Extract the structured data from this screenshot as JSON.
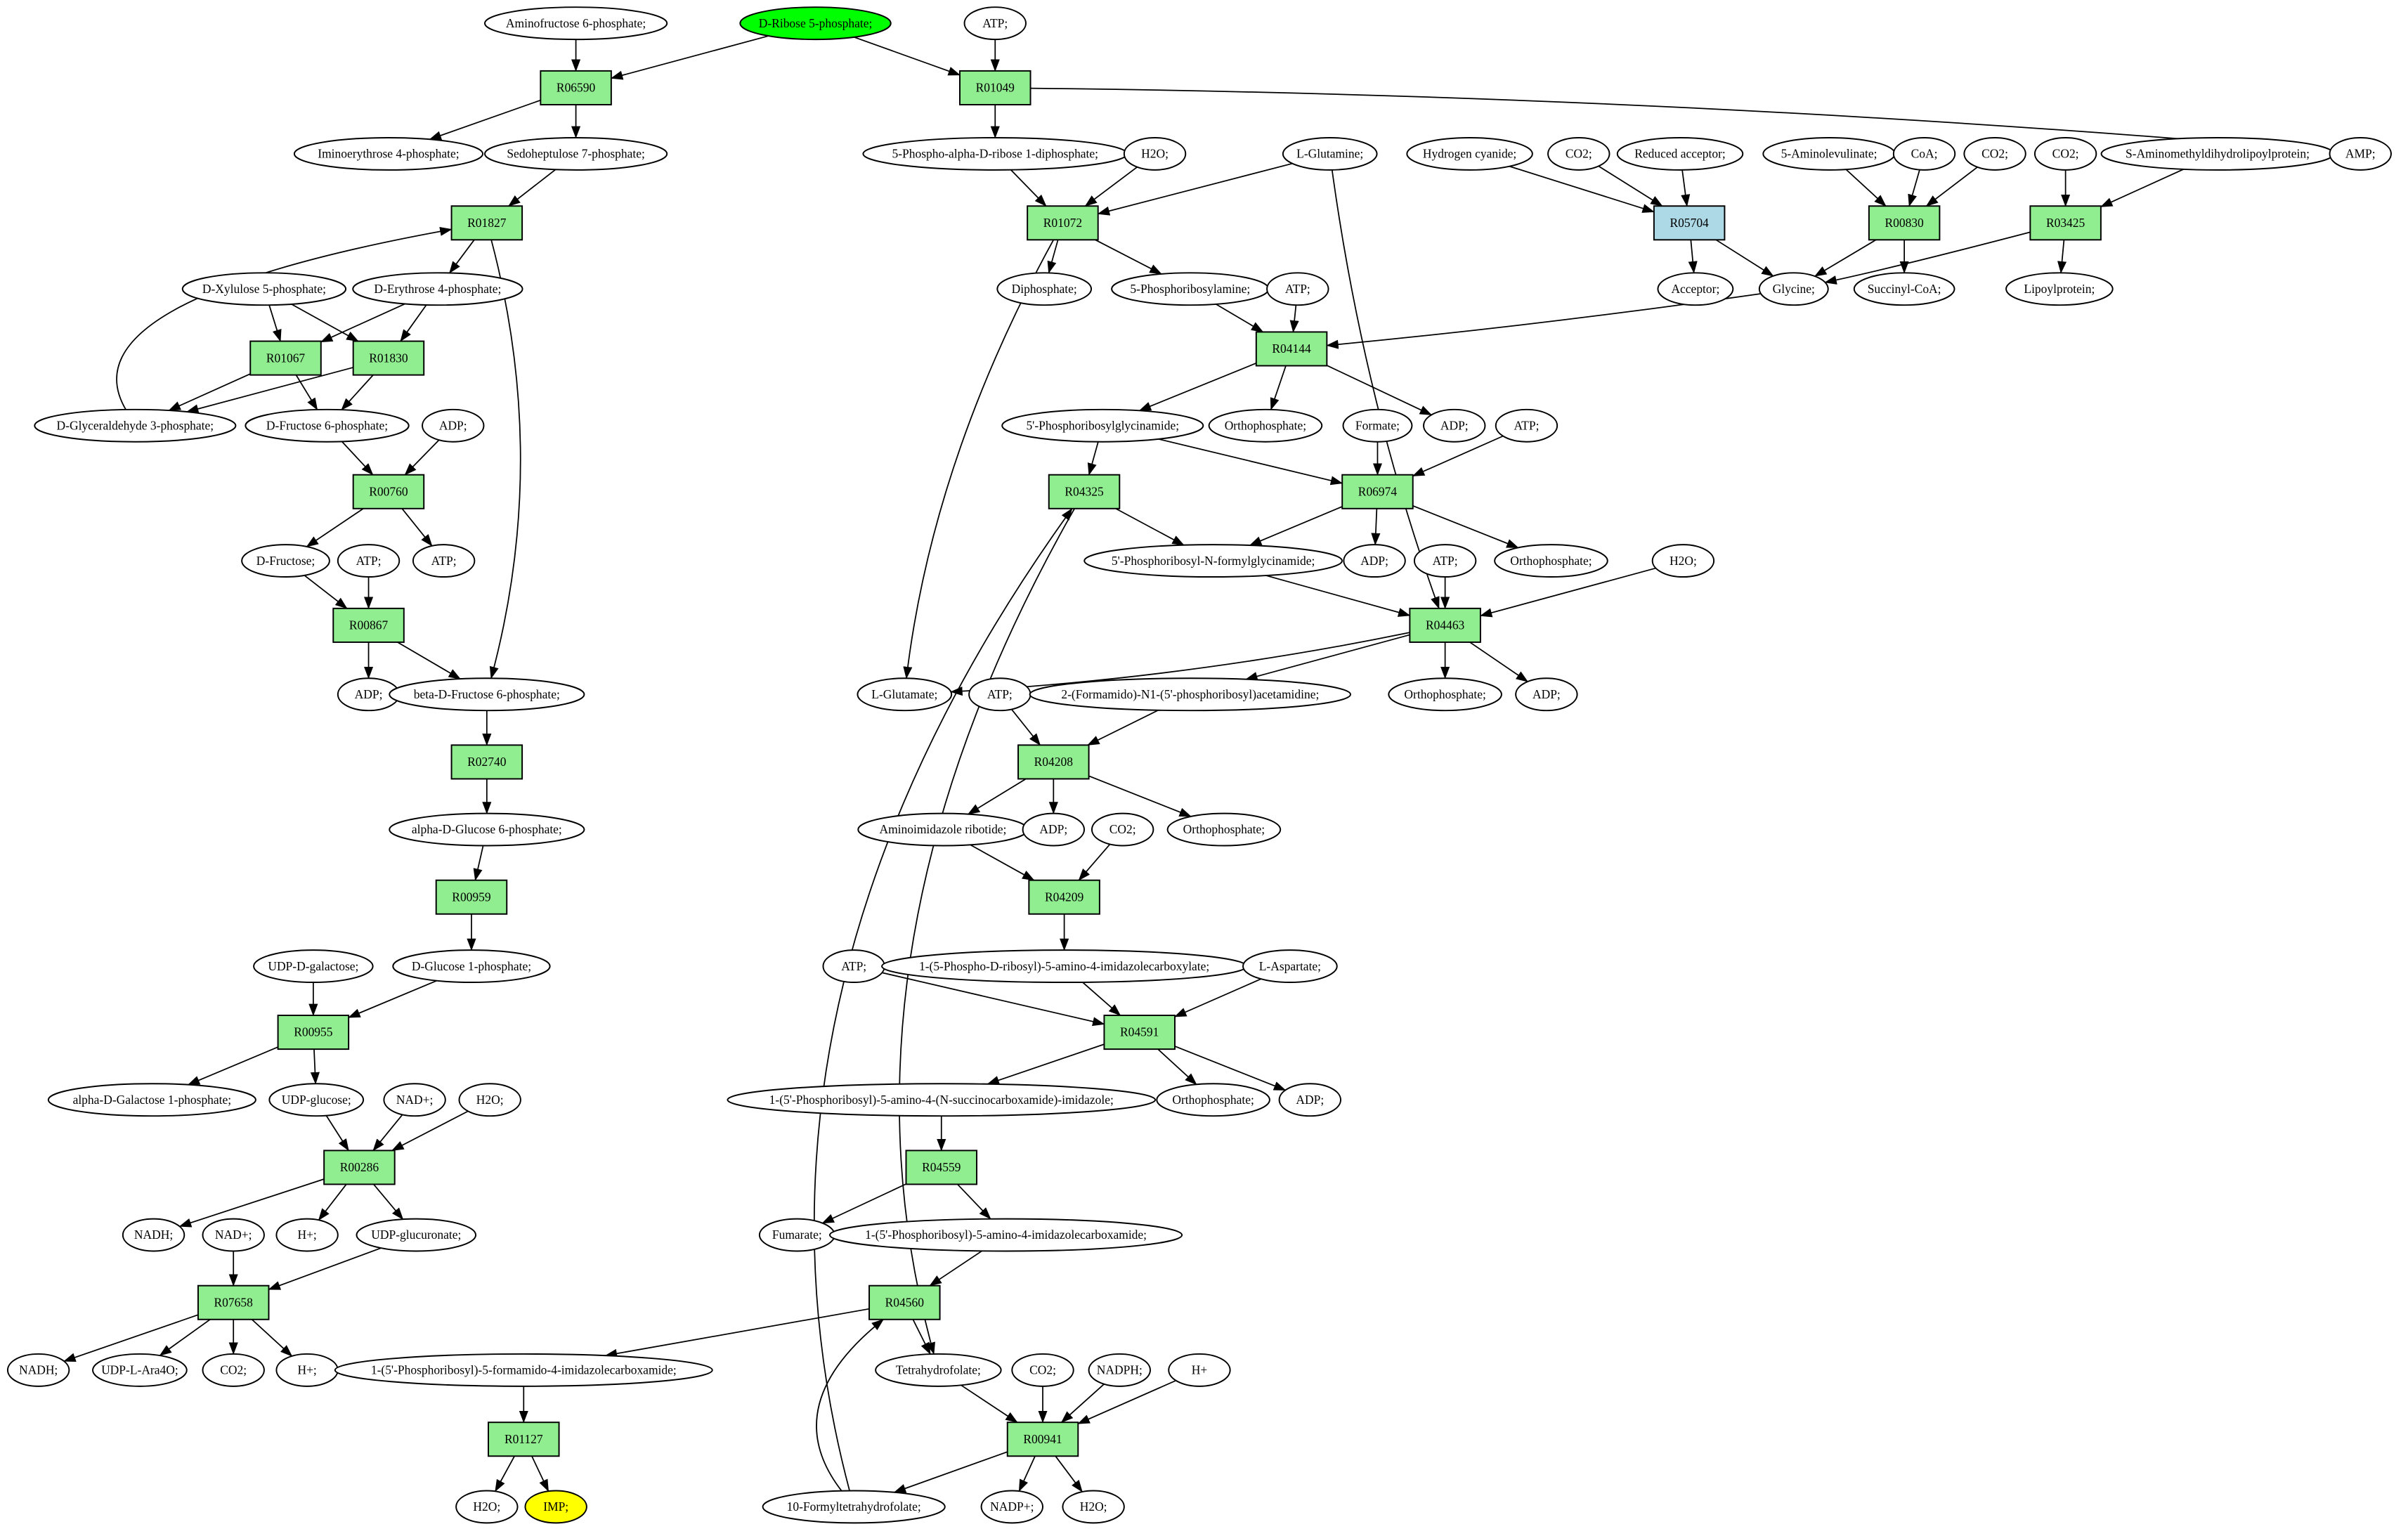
{
  "diagram": {
    "title": "Metabolic pathway reaction graph",
    "colors": {
      "metabolite_fill": "#ffffff",
      "reaction_fill": "#90ee90",
      "special_reaction_fill": "#add8e6",
      "start_metabolite_fill": "#00ff00",
      "end_metabolite_fill": "#ffff00",
      "stroke": "#000000",
      "background": "#ffffff"
    },
    "node_fields": [
      "id",
      "label",
      "kind",
      "x",
      "y",
      "fill"
    ],
    "nodes": [
      [
        "aminofructose_6p",
        "Aminofructose 6-phosphate;",
        "m",
        375,
        15
      ],
      [
        "d_ribose_5p",
        "D-Ribose 5-phosphate;",
        "m",
        531,
        15,
        "start"
      ],
      [
        "atp_1",
        "ATP;",
        "m",
        648,
        15
      ],
      [
        "r06590",
        "R06590",
        "r",
        375,
        57
      ],
      [
        "r01049",
        "R01049",
        "r",
        648,
        57
      ],
      [
        "iminoerythrose_4p",
        "Iminoerythrose 4-phosphate;",
        "m",
        253,
        100
      ],
      [
        "sedoheptulose_7p",
        "Sedoheptulose 7-phosphate;",
        "m",
        375,
        100
      ],
      [
        "prpp",
        "5-Phospho-alpha-D-ribose 1-diphosphate;",
        "m",
        648,
        100
      ],
      [
        "h2o_1",
        "H2O;",
        "m",
        752,
        100
      ],
      [
        "l_glutamine",
        "L-Glutamine;",
        "m",
        866,
        100
      ],
      [
        "hydrogen_cyanide",
        "Hydrogen cyanide;",
        "m",
        957,
        100
      ],
      [
        "co2_1",
        "CO2;",
        "m",
        1028,
        100
      ],
      [
        "reduced_acceptor",
        "Reduced acceptor;",
        "m",
        1094,
        100
      ],
      [
        "aminolevulinate",
        "5-Aminolevulinate;",
        "m",
        1191,
        100
      ],
      [
        "coa",
        "CoA;",
        "m",
        1253,
        100
      ],
      [
        "co2_2",
        "CO2;",
        "m",
        1299,
        100
      ],
      [
        "co2_3",
        "CO2;",
        "m",
        1345,
        100
      ],
      [
        "s_aminomethyl",
        "S-Aminomethyldihydrolipoylprotein;",
        "m",
        1444,
        100
      ],
      [
        "amp",
        "AMP;",
        "m",
        1537,
        100
      ],
      [
        "r01827",
        "R01827",
        "r",
        317,
        145
      ],
      [
        "r01072",
        "R01072",
        "r",
        692,
        145
      ],
      [
        "r05704",
        "R05704",
        "r",
        1100,
        145,
        "special"
      ],
      [
        "r00830",
        "R00830",
        "r",
        1240,
        145
      ],
      [
        "r03425",
        "R03425",
        "r",
        1345,
        145
      ],
      [
        "d_xylulose_5p",
        "D-Xylulose 5-phosphate;",
        "m",
        172,
        188
      ],
      [
        "d_erythrose_4p",
        "D-Erythrose 4-phosphate;",
        "m",
        285,
        188
      ],
      [
        "diphosphate",
        "Diphosphate;",
        "m",
        680,
        188
      ],
      [
        "phosphoribosylamine",
        "5-Phosphoribosylamine;",
        "m",
        775,
        188
      ],
      [
        "atp_2",
        "ATP;",
        "m",
        845,
        188
      ],
      [
        "acceptor",
        "Acceptor;",
        "m",
        1104,
        188
      ],
      [
        "glycine",
        "Glycine;",
        "m",
        1168,
        188
      ],
      [
        "succinyl_coa",
        "Succinyl-CoA;",
        "m",
        1240,
        188
      ],
      [
        "lipoylprotein",
        "Lipoylprotein;",
        "m",
        1341,
        188
      ],
      [
        "r01067",
        "R01067",
        "r",
        186,
        233
      ],
      [
        "r01830",
        "R01830",
        "r",
        253,
        233
      ],
      [
        "r04144",
        "R04144",
        "r",
        841,
        227
      ],
      [
        "d_glyceraldehyde_3p",
        "D-Glyceraldehyde 3-phosphate;",
        "m",
        88,
        277
      ],
      [
        "d_fructose_6p",
        "D-Fructose 6-phosphate;",
        "m",
        213,
        277
      ],
      [
        "adp_1",
        "ADP;",
        "m",
        295,
        277
      ],
      [
        "phosphoribosylglycinamide",
        "5'-Phosphoribosylglycinamide;",
        "m",
        718,
        277
      ],
      [
        "orthophosphate_1",
        "Orthophosphate;",
        "m",
        824,
        277
      ],
      [
        "formate",
        "Formate;",
        "m",
        897,
        277
      ],
      [
        "adp_2",
        "ADP;",
        "m",
        947,
        277
      ],
      [
        "atp_3",
        "ATP;",
        "m",
        994,
        277
      ],
      [
        "r00760",
        "R00760",
        "r",
        253,
        320
      ],
      [
        "r04325",
        "R04325",
        "r",
        706,
        320
      ],
      [
        "r06974",
        "R06974",
        "r",
        897,
        320
      ],
      [
        "d_fructose",
        "D-Fructose;",
        "m",
        186,
        365
      ],
      [
        "atp_4",
        "ATP;",
        "m",
        240,
        365
      ],
      [
        "atp_5",
        "ATP;",
        "m",
        289,
        365
      ],
      [
        "fgar",
        "5'-Phosphoribosyl-N-formylglycinamide;",
        "m",
        790,
        365
      ],
      [
        "adp_3",
        "ADP;",
        "m",
        895,
        365
      ],
      [
        "atp_6",
        "ATP;",
        "m",
        941,
        365
      ],
      [
        "orthophosphate_2",
        "Orthophosphate;",
        "m",
        1010,
        365
      ],
      [
        "h2o_2",
        "H2O;",
        "m",
        1096,
        365
      ],
      [
        "r00867",
        "R00867",
        "r",
        240,
        407
      ],
      [
        "r04463",
        "R04463",
        "r",
        941,
        407
      ],
      [
        "adp_4",
        "ADP;",
        "m",
        240,
        452
      ],
      [
        "beta_d_fructose_6p",
        "beta-D-Fructose 6-phosphate;",
        "m",
        317,
        452
      ],
      [
        "l_glutamate",
        "L-Glutamate;",
        "m",
        589,
        452
      ],
      [
        "atp_7",
        "ATP;",
        "m",
        651,
        452
      ],
      [
        "fgam",
        "2-(Formamido)-N1-(5'-phosphoribosyl)acetamidine;",
        "m",
        775,
        452
      ],
      [
        "orthophosphate_3",
        "Orthophosphate;",
        "m",
        941,
        452
      ],
      [
        "adp_5",
        "ADP;",
        "m",
        1007,
        452
      ],
      [
        "r02740",
        "R02740",
        "r",
        317,
        496
      ],
      [
        "r04208",
        "R04208",
        "r",
        686,
        496
      ],
      [
        "alpha_d_glucose_6p",
        "alpha-D-Glucose 6-phosphate;",
        "m",
        317,
        540
      ],
      [
        "air",
        "Aminoimidazole ribotide;",
        "m",
        614,
        540
      ],
      [
        "adp_6",
        "ADP;",
        "m",
        686,
        540
      ],
      [
        "co2_4",
        "CO2;",
        "m",
        731,
        540
      ],
      [
        "orthophosphate_4",
        "Orthophosphate;",
        "m",
        797,
        540
      ],
      [
        "r00959",
        "R00959",
        "r",
        307,
        584
      ],
      [
        "r04209",
        "R04209",
        "r",
        693,
        584
      ],
      [
        "udp_d_galactose",
        "UDP-D-galactose;",
        "m",
        204,
        629
      ],
      [
        "d_glucose_1p",
        "D-Glucose 1-phosphate;",
        "m",
        307,
        629
      ],
      [
        "atp_8",
        "ATP;",
        "m",
        556,
        629
      ],
      [
        "cair",
        "1-(5-Phospho-D-ribosyl)-5-amino-4-imidazolecarboxylate;",
        "m",
        693,
        629
      ],
      [
        "l_aspartate",
        "L-Aspartate;",
        "m",
        840,
        629
      ],
      [
        "r00955",
        "R00955",
        "r",
        204,
        672
      ],
      [
        "r04591",
        "R04591",
        "r",
        742,
        672
      ],
      [
        "alpha_d_galactose_1p",
        "alpha-D-Galactose 1-phosphate;",
        "m",
        99,
        716
      ],
      [
        "udp_glucose",
        "UDP-glucose;",
        "m",
        206,
        716
      ],
      [
        "nad_1",
        "NAD+;",
        "m",
        270,
        716
      ],
      [
        "h2o_3",
        "H2O;",
        "m",
        319,
        716
      ],
      [
        "saicar",
        "1-(5'-Phosphoribosyl)-5-amino-4-(N-succinocarboxamide)-imidazole;",
        "m",
        613,
        716
      ],
      [
        "orthophosphate_5",
        "Orthophosphate;",
        "m",
        790,
        716
      ],
      [
        "adp_7",
        "ADP;",
        "m",
        853,
        716
      ],
      [
        "r00286",
        "R00286",
        "r",
        234,
        760
      ],
      [
        "r04559",
        "R04559",
        "r",
        613,
        760
      ],
      [
        "nadh_1",
        "NADH;",
        "m",
        100,
        804
      ],
      [
        "nad_2",
        "NAD+;",
        "m",
        152,
        804
      ],
      [
        "h_plus_1",
        "H+;",
        "m",
        200,
        804
      ],
      [
        "udp_glucuronate",
        "UDP-glucuronate;",
        "m",
        271,
        804
      ],
      [
        "fumarate",
        "Fumarate;",
        "m",
        519,
        804
      ],
      [
        "aicar",
        "1-(5'-Phosphoribosyl)-5-amino-4-imidazolecarboxamide;",
        "m",
        655,
        804
      ],
      [
        "r07658",
        "R07658",
        "r",
        152,
        848
      ],
      [
        "r04560",
        "R04560",
        "r",
        589,
        848
      ],
      [
        "nadh_2",
        "NADH;",
        "m",
        25,
        892
      ],
      [
        "udp_l_ara4o",
        "UDP-L-Ara4O;",
        "m",
        91,
        892
      ],
      [
        "co2_5",
        "CO2;",
        "m",
        152,
        892
      ],
      [
        "h_plus_2",
        "H+;",
        "m",
        200,
        892
      ],
      [
        "fprica",
        "1-(5'-Phosphoribosyl)-5-formamido-4-imidazolecarboxamide;",
        "m",
        341,
        892
      ],
      [
        "thf",
        "Tetrahydrofolate;",
        "m",
        611,
        892
      ],
      [
        "co2_6",
        "CO2;",
        "m",
        679,
        892
      ],
      [
        "nadph",
        "NADPH;",
        "m",
        729,
        892
      ],
      [
        "h_plus_3",
        "H+",
        "m",
        781,
        892
      ],
      [
        "r01127",
        "R01127",
        "r",
        341,
        937
      ],
      [
        "r00941",
        "R00941",
        "r",
        679,
        937
      ],
      [
        "h2o_4",
        "H2O;",
        "m",
        317,
        981
      ],
      [
        "imp",
        "IMP;",
        "m",
        362,
        981,
        "end"
      ],
      [
        "formyl_thf",
        "10-Formyltetrahydrofolate;",
        "m",
        556,
        981
      ],
      [
        "nadp",
        "NADP+;",
        "m",
        659,
        981
      ],
      [
        "h2o_5",
        "H2O;",
        "m",
        712,
        981
      ]
    ],
    "edge_fields": [
      "from",
      "to",
      "bend_control_point"
    ],
    "edges": [
      [
        "aminofructose_6p",
        "r06590"
      ],
      [
        "d_ribose_5p",
        "r06590"
      ],
      [
        "d_ribose_5p",
        "r01049"
      ],
      [
        "atp_1",
        "r01049"
      ],
      [
        "r06590",
        "iminoerythrose_4p"
      ],
      [
        "r06590",
        "sedoheptulose_7p"
      ],
      [
        "r01049",
        "prpp"
      ],
      [
        "r01049",
        "amp",
        [
          1100,
          62
        ]
      ],
      [
        "sedoheptulose_7p",
        "r01827"
      ],
      [
        "d_glyceraldehyde_3p",
        "r01827",
        [
          40,
          195
        ]
      ],
      [
        "r01827",
        "d_erythrose_4p"
      ],
      [
        "r01827",
        "beta_d_fructose_6p",
        [
          358,
          300
        ]
      ],
      [
        "d_xylulose_5p",
        "r01067"
      ],
      [
        "d_erythrose_4p",
        "r01067"
      ],
      [
        "d_xylulose_5p",
        "r01830"
      ],
      [
        "d_erythrose_4p",
        "r01830"
      ],
      [
        "r01067",
        "d_glyceraldehyde_3p"
      ],
      [
        "r01067",
        "d_fructose_6p"
      ],
      [
        "r01830",
        "d_glyceraldehyde_3p"
      ],
      [
        "r01830",
        "d_fructose_6p"
      ],
      [
        "d_fructose_6p",
        "r00760"
      ],
      [
        "adp_1",
        "r00760"
      ],
      [
        "r00760",
        "d_fructose"
      ],
      [
        "r00760",
        "atp_5"
      ],
      [
        "d_fructose",
        "r00867"
      ],
      [
        "atp_4",
        "r00867"
      ],
      [
        "r00867",
        "adp_4"
      ],
      [
        "r00867",
        "beta_d_fructose_6p"
      ],
      [
        "beta_d_fructose_6p",
        "r02740"
      ],
      [
        "r02740",
        "alpha_d_glucose_6p"
      ],
      [
        "alpha_d_glucose_6p",
        "r00959"
      ],
      [
        "r00959",
        "d_glucose_1p"
      ],
      [
        "udp_d_galactose",
        "r00955"
      ],
      [
        "d_glucose_1p",
        "r00955"
      ],
      [
        "r00955",
        "alpha_d_galactose_1p"
      ],
      [
        "r00955",
        "udp_glucose"
      ],
      [
        "udp_glucose",
        "r00286"
      ],
      [
        "nad_1",
        "r00286"
      ],
      [
        "h2o_3",
        "r00286"
      ],
      [
        "r00286",
        "nadh_1"
      ],
      [
        "r00286",
        "h_plus_1"
      ],
      [
        "r00286",
        "udp_glucuronate"
      ],
      [
        "udp_glucuronate",
        "r07658"
      ],
      [
        "nad_2",
        "r07658"
      ],
      [
        "r07658",
        "nadh_2"
      ],
      [
        "r07658",
        "udp_l_ara4o"
      ],
      [
        "r07658",
        "co2_5"
      ],
      [
        "r07658",
        "h_plus_2"
      ],
      [
        "prpp",
        "r01072"
      ],
      [
        "h2o_1",
        "r01072"
      ],
      [
        "l_glutamine",
        "r01072"
      ],
      [
        "r01072",
        "diphosphate"
      ],
      [
        "r01072",
        "phosphoribosylamine"
      ],
      [
        "r01072",
        "l_glutamate",
        [
          607,
          300
        ]
      ],
      [
        "phosphoribosylamine",
        "r04144"
      ],
      [
        "atp_2",
        "r04144"
      ],
      [
        "glycine",
        "r04144",
        [
          1000,
          212
        ]
      ],
      [
        "r04144",
        "phosphoribosylglycinamide"
      ],
      [
        "r04144",
        "orthophosphate_1"
      ],
      [
        "r04144",
        "adp_2"
      ],
      [
        "phosphoribosylglycinamide",
        "r04325"
      ],
      [
        "phosphoribosylglycinamide",
        "r06974"
      ],
      [
        "formate",
        "r06974"
      ],
      [
        "atp_3",
        "r06974"
      ],
      [
        "r06974",
        "adp_3"
      ],
      [
        "r06974",
        "orthophosphate_2"
      ],
      [
        "r06974",
        "fgar"
      ],
      [
        "formyl_thf",
        "r04325",
        [
          468,
          650
        ]
      ],
      [
        "r04325",
        "fgar"
      ],
      [
        "r04325",
        "thf",
        [
          535,
          620
        ]
      ],
      [
        "fgar",
        "r04463"
      ],
      [
        "atp_6",
        "r04463"
      ],
      [
        "h2o_2",
        "r04463"
      ],
      [
        "l_glutamine",
        "r04463",
        [
          888,
          260
        ]
      ],
      [
        "r04463",
        "orthophosphate_3"
      ],
      [
        "r04463",
        "adp_5"
      ],
      [
        "r04463",
        "fgam"
      ],
      [
        "r04463",
        "l_glutamate",
        [
          770,
          442
        ]
      ],
      [
        "fgam",
        "r04208"
      ],
      [
        "atp_7",
        "r04208"
      ],
      [
        "r04208",
        "air"
      ],
      [
        "r04208",
        "adp_6"
      ],
      [
        "r04208",
        "orthophosphate_4"
      ],
      [
        "air",
        "r04209"
      ],
      [
        "co2_4",
        "r04209"
      ],
      [
        "r04209",
        "cair"
      ],
      [
        "cair",
        "r04591"
      ],
      [
        "atp_8",
        "r04591"
      ],
      [
        "l_aspartate",
        "r04591"
      ],
      [
        "r04591",
        "saicar"
      ],
      [
        "r04591",
        "orthophosphate_5"
      ],
      [
        "r04591",
        "adp_7"
      ],
      [
        "saicar",
        "r04559"
      ],
      [
        "r04559",
        "fumarate"
      ],
      [
        "r04559",
        "aicar"
      ],
      [
        "aicar",
        "r04560"
      ],
      [
        "formyl_thf",
        "r04560",
        [
          505,
          915
        ]
      ],
      [
        "r04560",
        "thf"
      ],
      [
        "r04560",
        "fprica"
      ],
      [
        "fprica",
        "r01127"
      ],
      [
        "r01127",
        "h2o_4"
      ],
      [
        "r01127",
        "imp"
      ],
      [
        "thf",
        "r00941"
      ],
      [
        "co2_6",
        "r00941"
      ],
      [
        "nadph",
        "r00941"
      ],
      [
        "h_plus_3",
        "r00941"
      ],
      [
        "r00941",
        "formyl_thf"
      ],
      [
        "r00941",
        "nadp"
      ],
      [
        "r00941",
        "h2o_5"
      ],
      [
        "hydrogen_cyanide",
        "r05704"
      ],
      [
        "co2_1",
        "r05704"
      ],
      [
        "reduced_acceptor",
        "r05704"
      ],
      [
        "r05704",
        "acceptor"
      ],
      [
        "r05704",
        "glycine"
      ],
      [
        "aminolevulinate",
        "r00830"
      ],
      [
        "coa",
        "r00830"
      ],
      [
        "co2_2",
        "r00830"
      ],
      [
        "r00830",
        "glycine"
      ],
      [
        "r00830",
        "succinyl_coa"
      ],
      [
        "co2_3",
        "r03425"
      ],
      [
        "s_aminomethyl",
        "r03425"
      ],
      [
        "r03425",
        "lipoylprotein"
      ],
      [
        "r03425",
        "glycine",
        [
          1230,
          175
        ]
      ]
    ]
  }
}
